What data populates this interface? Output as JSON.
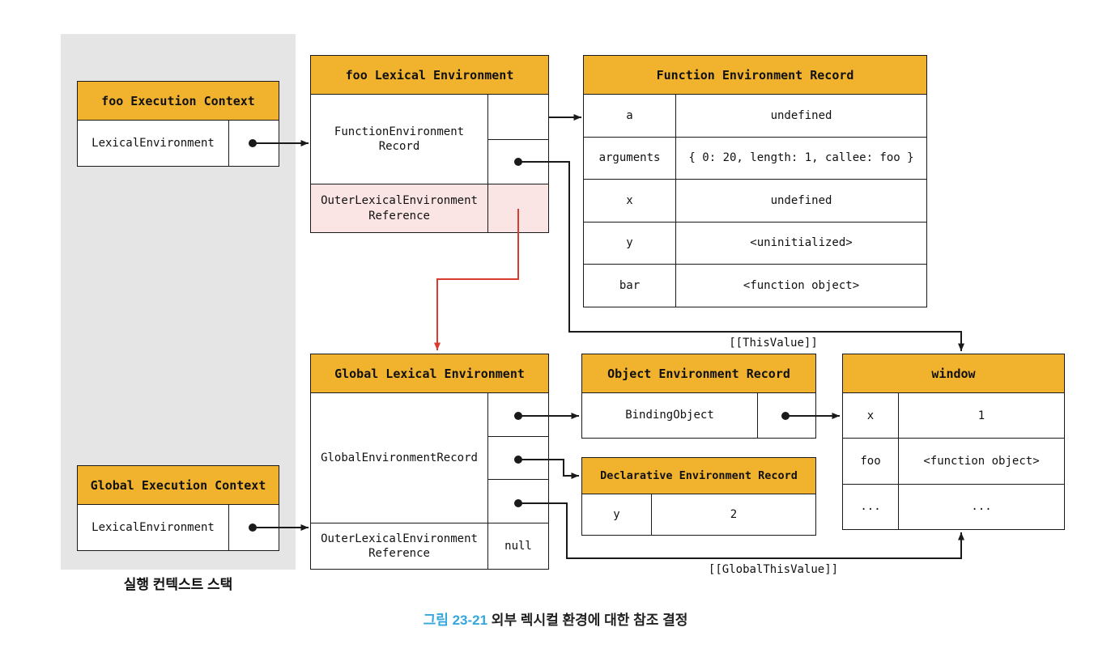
{
  "colors": {
    "header_bg": "#F1B32E",
    "pink_bg": "#FAE5E4",
    "stack_bg": "#E5E5E5",
    "border": "#1A1A1A",
    "arrow": "#1A1A1A",
    "red_arrow": "#D93B2F",
    "caption_blue": "#35A7DC"
  },
  "stack": {
    "label": "실행 컨텍스트 스택",
    "foo_ec": {
      "title": "foo Execution Context",
      "row_label": "LexicalEnvironment"
    },
    "global_ec": {
      "title": "Global Execution Context",
      "row_label": "LexicalEnvironment"
    }
  },
  "foo_lexical_env": {
    "title": "foo Lexical Environment",
    "record_label": "FunctionEnvironment\nRecord",
    "outer_label": "OuterLexicalEnvironment\nReference"
  },
  "function_env_record": {
    "title": "Function Environment Record",
    "rows": [
      {
        "key": "a",
        "value": "undefined"
      },
      {
        "key": "arguments",
        "value": "{ 0: 20, length: 1, callee: foo }"
      },
      {
        "key": "x",
        "value": "undefined"
      },
      {
        "key": "y",
        "value": "<uninitialized>"
      },
      {
        "key": "bar",
        "value": "<function object>"
      }
    ]
  },
  "global_lexical_env": {
    "title": "Global Lexical Environment",
    "record_label": "GlobalEnvironmentRecord",
    "outer_label": "OuterLexicalEnvironment\nReference",
    "outer_value": "null"
  },
  "object_env_record": {
    "title": "Object Environment Record",
    "row_label": "BindingObject"
  },
  "declarative_env_record": {
    "title": "Declarative Environment Record",
    "rows": [
      {
        "key": "y",
        "value": "2"
      }
    ]
  },
  "window_object": {
    "title": "window",
    "rows": [
      {
        "key": "x",
        "value": "1"
      },
      {
        "key": "foo",
        "value": "<function object>"
      },
      {
        "key": "...",
        "value": "..."
      }
    ]
  },
  "annotations": {
    "this_value": "[[ThisValue]]",
    "global_this_value": "[[GlobalThisValue]]"
  },
  "caption": {
    "prefix": "그림 23-21",
    "text": " 외부 렉시컬 환경에 대한 참조 결정"
  }
}
